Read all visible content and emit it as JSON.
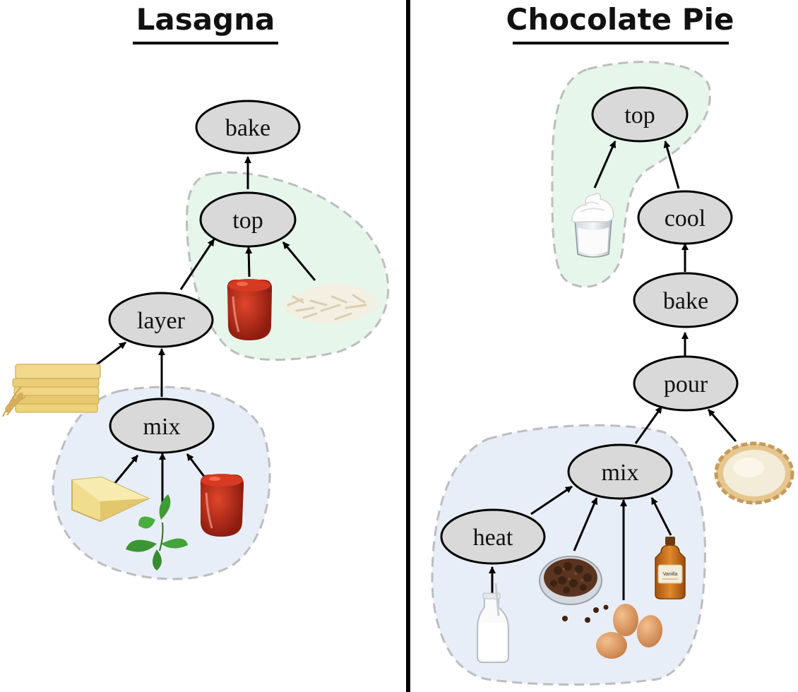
{
  "panels": {
    "lasagna": {
      "title": "Lasagna",
      "nodes": {
        "bake": "bake",
        "top": "top",
        "layer": "layer",
        "mix": "mix"
      },
      "ingredients": [
        "tomato-sauce-icon",
        "shredded-cheese-icon",
        "lasagna-noodles-icon",
        "parmesan-cheese-icon",
        "basil-icon",
        "tomato-sauce-icon"
      ]
    },
    "pie": {
      "title": "Chocolate Pie",
      "nodes": {
        "top": "top",
        "cool": "cool",
        "bake": "bake",
        "pour": "pour",
        "mix": "mix",
        "heat": "heat"
      },
      "ingredients": [
        "whipped-cream-icon",
        "pie-crust-icon",
        "chocolate-chips-icon",
        "vanilla-extract-icon",
        "eggs-icon",
        "milk-bottle-icon"
      ],
      "vanilla_label": "Vanilla"
    }
  },
  "colors": {
    "node_fill": "#d9d9d9",
    "green_region": "#e6f6ea",
    "blue_region": "#e8eef8",
    "region_border": "#bdbdbd",
    "divider": "#000000"
  }
}
